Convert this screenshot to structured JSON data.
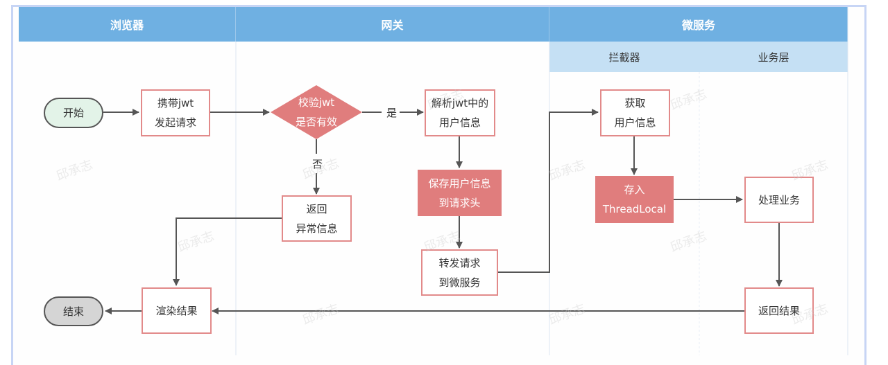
{
  "lanes": {
    "browser": "浏览器",
    "gateway": "网关",
    "microservice": "微服务",
    "sub_interceptor": "拦截器",
    "sub_business": "业务层"
  },
  "nodes": {
    "start": "开始",
    "send_request": "携带jwt\n发起请求",
    "validate": "校验jwt\n是否有效",
    "parse": "解析jwt中的\n用户信息",
    "save_header": "保存用户信息\n到请求头",
    "forward": "转发请求\n到微服务",
    "return_error": "返回\n异常信息",
    "render": "渲染结果",
    "end": "结束",
    "get_user": "获取\n用户信息",
    "store_tl": "存入\nThreadLocal",
    "process": "处理业务",
    "return_result": "返回结果"
  },
  "edge_labels": {
    "yes": "是",
    "no": "否"
  },
  "watermark": "邱承志",
  "colors": {
    "lane_header": "#6fb0e2",
    "sub_header": "#c5e0f4",
    "node_border": "#e28a8a",
    "node_fill": "#e07d7d",
    "start_fill": "#e3f3e8",
    "end_fill": "#d5d5d5",
    "edge": "#555555"
  }
}
